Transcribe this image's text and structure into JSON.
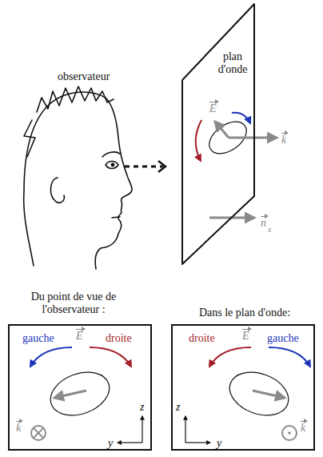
{
  "diagram": {
    "nodes": [
      {
        "text": [
          "plan d'onde",
          "E",
          "k",
          "n",
          "x"
        ]
      },
      {
        "text": [
          "Du point de vue de l'observateur :",
          "gauche",
          "E",
          "droite",
          "k",
          "z",
          "y"
        ]
      },
      {
        "text": [
          "Dans le plan d'onde:",
          "droite",
          "E",
          "gauche",
          "z",
          "y",
          "k"
        ]
      }
    ],
    "labels": [
      "observateur"
    ]
  }
}
